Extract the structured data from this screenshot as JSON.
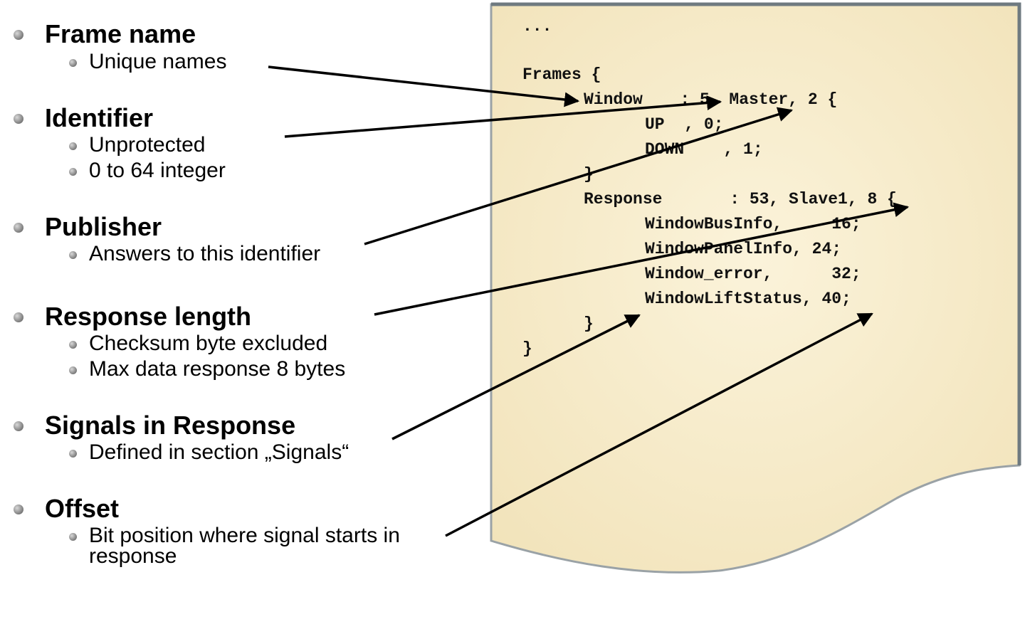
{
  "topics": [
    {
      "title": "Frame name",
      "items": [
        "Unique names"
      ]
    },
    {
      "title": "Identifier",
      "items": [
        "Unprotected",
        "0 to 64 integer"
      ]
    },
    {
      "title": "Publisher",
      "items": [
        "Answers to this identifier"
      ]
    },
    {
      "title": "Response length",
      "items": [
        "Checksum byte excluded",
        "Max data response 8 bytes"
      ]
    },
    {
      "title": "Signals in Response",
      "items": [
        "Defined in section „Signals“"
      ]
    },
    {
      "title": "Offset",
      "items": [
        "Bit position where signal starts in",
        "response"
      ]
    }
  ],
  "code": {
    "ellipsis": "...",
    "frames_open": "Frames {",
    "window_name": "Window",
    "window_rest": "   : 5, Master, 2 {",
    "up_line": "UP  , 0;",
    "down_line": "DOWN    , 1;",
    "window_close": "}",
    "response_name": "Response",
    "response_rest": "    : 53, Slave1, 8 {",
    "sig1": "WindowBusInfo,     16;",
    "sig2": "WindowPanelInfo, 24;",
    "sig3": "Window_error,      32;",
    "sig4": "WindowLiftStatus, 40;",
    "response_close": "}",
    "frames_close": "}"
  },
  "colors": {
    "paper": "#f7ecc8",
    "paper_edge": "#9aa2a6",
    "arrow": "#000000"
  }
}
